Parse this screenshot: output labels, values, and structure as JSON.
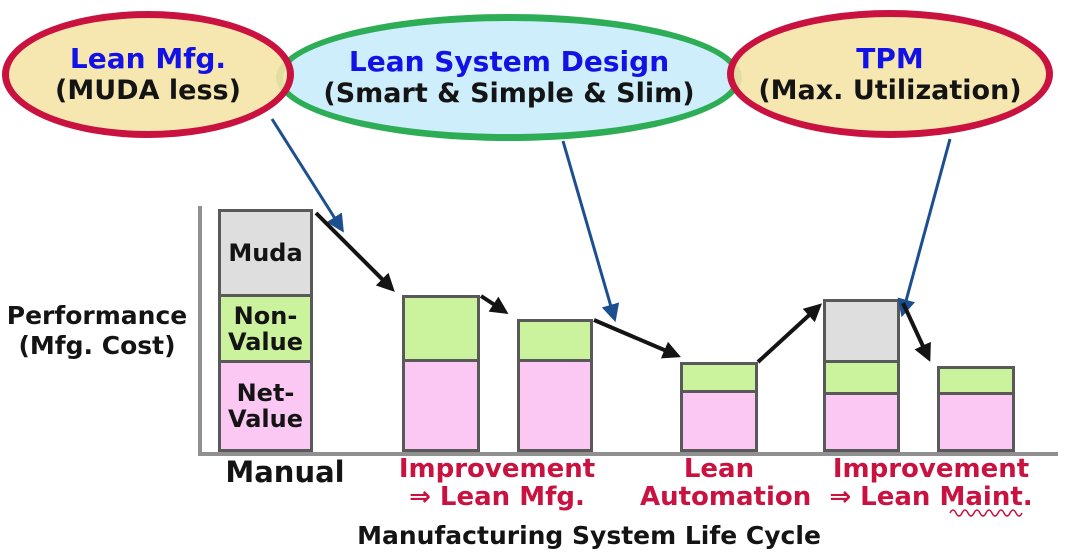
{
  "bubbles": [
    {
      "title": "Lean Mfg.",
      "subtitle": "(MUDA less)"
    },
    {
      "title": "Lean System Design",
      "subtitle": "(Smart & Simple & Slim)"
    },
    {
      "title": "TPM",
      "subtitle": "(Max. Utilization)"
    }
  ],
  "labels": {
    "y_axis": "Performance\n(Mfg. Cost)",
    "x": [
      "Manual",
      "Improvement\n⇒ Lean Mfg.",
      "Lean\nAutomation",
      "Improvement\n⇒ Lean Maint."
    ],
    "footer": "Manufacturing System Life Cycle"
  },
  "segment_labels": {
    "Muda": "Muda",
    "Non-Value": "Non-\nValue",
    "Net-Value": "Net-\nValue"
  },
  "chart_data": {
    "type": "bar",
    "stacked": true,
    "title": "Manufacturing System Life Cycle",
    "ylabel": "Performance (Mfg. Cost)",
    "xlabel": "Manufacturing System Life Cycle",
    "categories": [
      "Manual",
      "Improvement ⇒ Lean Mfg. (step 1)",
      "Improvement ⇒ Lean Mfg. (step 2)",
      "Lean Automation",
      "Improvement ⇒ Lean Maint. (step 1)",
      "Improvement ⇒ Lean Maint. (step 2)"
    ],
    "series": [
      {
        "name": "Muda",
        "color": "#DEDEDE",
        "values": [
          88,
          0,
          0,
          0,
          64,
          0
        ]
      },
      {
        "name": "Non-Value",
        "color": "#CBF29C",
        "values": [
          66,
          67,
          43,
          31,
          32,
          29
        ]
      },
      {
        "name": "Net-Value",
        "color": "#FBC8F3",
        "values": [
          89,
          90,
          90,
          59,
          57,
          57
        ]
      }
    ],
    "value_unit": "relative bar-segment height in pixels (no numeric axis shown)",
    "legend_position": "labels inside first bar",
    "grid": false
  },
  "colors": {
    "red_outline_and_text": "#C9123F",
    "green_outline": "#2DAD55",
    "tan_fill": "#F5E4A8",
    "lightblue_fill": "#CFEEFB",
    "blue_title_text": "#1212E6",
    "arrow_blue": "#1C4F8F",
    "arrow_black": "#141414",
    "bar_border": "#595959",
    "axis_gray": "#909090",
    "muda_gray": "#DEDEDE",
    "nonvalue_green": "#CBF29C",
    "netvalue_pink": "#FBC8F3"
  }
}
